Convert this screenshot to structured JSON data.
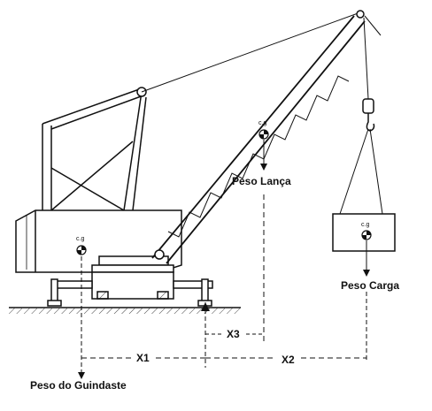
{
  "labels": {
    "cg_body": "c.g",
    "cg_boom": "c.g",
    "cg_load": "c.g",
    "peso_lanca": "Peso Lança",
    "peso_carga": "Peso Carga",
    "peso_guindaste": "Peso do Guindaste",
    "x1": "X1",
    "x2": "X2",
    "x3": "X3"
  }
}
